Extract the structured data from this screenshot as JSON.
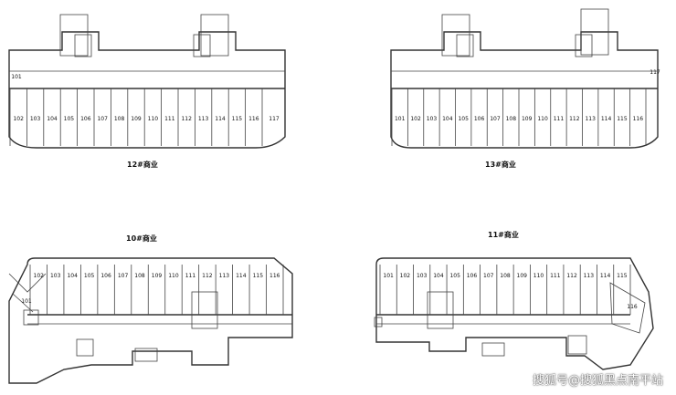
{
  "plans": [
    {
      "caption": "12#商业",
      "units": [
        "101",
        "102",
        "103",
        "104",
        "105",
        "106",
        "107",
        "108",
        "109",
        "110",
        "111",
        "112",
        "113",
        "114",
        "115",
        "116",
        "117"
      ]
    },
    {
      "caption": "13#商业",
      "units": [
        "101",
        "102",
        "103",
        "104",
        "105",
        "106",
        "107",
        "108",
        "109",
        "110",
        "111",
        "112",
        "113",
        "114",
        "115",
        "116",
        "117"
      ]
    },
    {
      "caption": "10#商业",
      "units": [
        "101",
        "102",
        "103",
        "104",
        "105",
        "106",
        "107",
        "108",
        "109",
        "110",
        "111",
        "112",
        "113",
        "114",
        "115",
        "116"
      ]
    },
    {
      "caption": "11#商业",
      "units": [
        "101",
        "102",
        "103",
        "104",
        "105",
        "106",
        "107",
        "108",
        "109",
        "110",
        "111",
        "112",
        "113",
        "114",
        "115",
        "116"
      ]
    }
  ],
  "watermark": "搜狐号@搜狐黑点南平站"
}
